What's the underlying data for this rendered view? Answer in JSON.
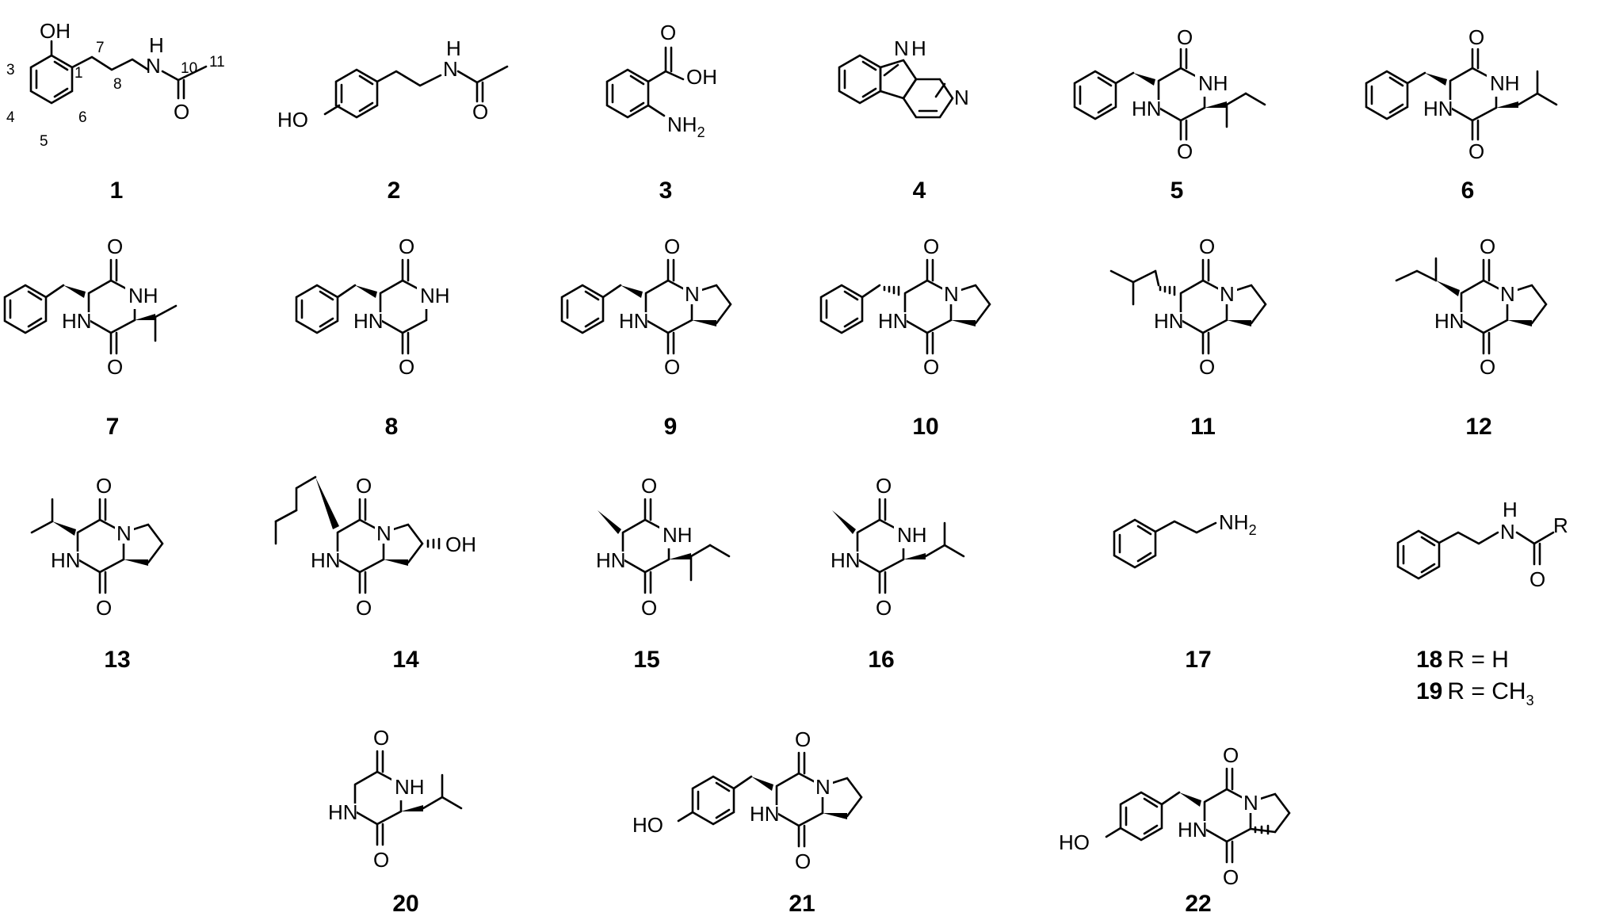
{
  "figure": {
    "compounds": [
      {
        "id": "1"
      },
      {
        "id": "2"
      },
      {
        "id": "3"
      },
      {
        "id": "4"
      },
      {
        "id": "5"
      },
      {
        "id": "6"
      },
      {
        "id": "7"
      },
      {
        "id": "8"
      },
      {
        "id": "9"
      },
      {
        "id": "10"
      },
      {
        "id": "11"
      },
      {
        "id": "12"
      },
      {
        "id": "13"
      },
      {
        "id": "14"
      },
      {
        "id": "15"
      },
      {
        "id": "16"
      },
      {
        "id": "17"
      },
      {
        "id": "18",
        "r_def": "R = H"
      },
      {
        "id": "19",
        "r_def": "R = CH",
        "r_def_sub": "3"
      },
      {
        "id": "20"
      },
      {
        "id": "21"
      },
      {
        "id": "22"
      }
    ],
    "atoms": {
      "oh": "OH",
      "ho": "HO",
      "nh": "NH",
      "hn": "HN",
      "n": "N",
      "h": "H",
      "o": "O",
      "r": "R",
      "nh2": "NH",
      "two": "2"
    },
    "locants_1": [
      "1",
      "3",
      "4",
      "5",
      "6",
      "7",
      "8",
      "10",
      "11"
    ]
  }
}
